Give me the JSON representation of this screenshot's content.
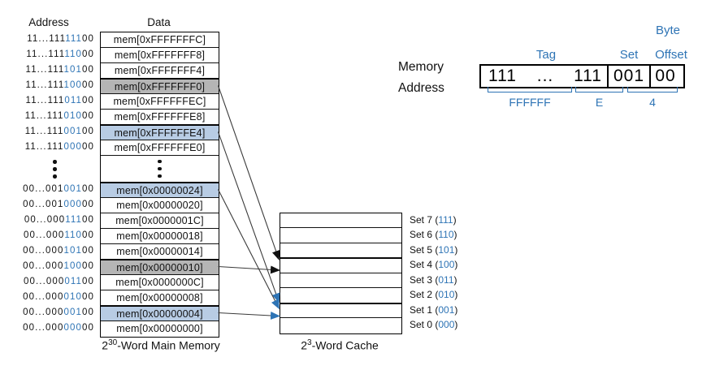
{
  "colors": {
    "accent_blue": "#2E74B5",
    "highlight_blue": "#B8CCE4",
    "highlight_gray": "#B5B5B5"
  },
  "memory": {
    "address_header": "Address",
    "data_header": "Data",
    "caption": {
      "base": "2",
      "exponent": "30",
      "suffix": "-Word Main Memory"
    },
    "rows_high": [
      {
        "prefix": "11...",
        "tag": "111",
        "set": "111",
        "offset": "00",
        "data": "mem[0xFFFFFFFC]",
        "highlight": "none"
      },
      {
        "prefix": "11...",
        "tag": "111",
        "set": "110",
        "offset": "00",
        "data": "mem[0xFFFFFFF8]",
        "highlight": "none"
      },
      {
        "prefix": "11...",
        "tag": "111",
        "set": "101",
        "offset": "00",
        "data": "mem[0xFFFFFFF4]",
        "highlight": "none"
      },
      {
        "prefix": "11...",
        "tag": "111",
        "set": "100",
        "offset": "00",
        "data": "mem[0xFFFFFFF0]",
        "highlight": "gray"
      },
      {
        "prefix": "11...",
        "tag": "111",
        "set": "011",
        "offset": "00",
        "data": "mem[0xFFFFFFEC]",
        "highlight": "none"
      },
      {
        "prefix": "11...",
        "tag": "111",
        "set": "010",
        "offset": "00",
        "data": "mem[0xFFFFFFE8]",
        "highlight": "none"
      },
      {
        "prefix": "11...",
        "tag": "111",
        "set": "001",
        "offset": "00",
        "data": "mem[0xFFFFFFE4]",
        "highlight": "blue"
      },
      {
        "prefix": "11...",
        "tag": "111",
        "set": "000",
        "offset": "00",
        "data": "mem[0xFFFFFFE0]",
        "highlight": "none"
      }
    ],
    "rows_low": [
      {
        "prefix": "00...",
        "tag": "001",
        "set": "001",
        "offset": "00",
        "data": "mem[0x00000024]",
        "highlight": "blue"
      },
      {
        "prefix": "00...",
        "tag": "001",
        "set": "000",
        "offset": "00",
        "data": "mem[0x00000020]",
        "highlight": "none"
      },
      {
        "prefix": "00...",
        "tag": "000",
        "set": "111",
        "offset": "00",
        "data": "mem[0x0000001C]",
        "highlight": "none"
      },
      {
        "prefix": "00...",
        "tag": "000",
        "set": "110",
        "offset": "00",
        "data": "mem[0x00000018]",
        "highlight": "none"
      },
      {
        "prefix": "00...",
        "tag": "000",
        "set": "101",
        "offset": "00",
        "data": "mem[0x00000014]",
        "highlight": "none"
      },
      {
        "prefix": "00...",
        "tag": "000",
        "set": "100",
        "offset": "00",
        "data": "mem[0x00000010]",
        "highlight": "gray"
      },
      {
        "prefix": "00...",
        "tag": "000",
        "set": "011",
        "offset": "00",
        "data": "mem[0x0000000C]",
        "highlight": "none"
      },
      {
        "prefix": "00...",
        "tag": "000",
        "set": "010",
        "offset": "00",
        "data": "mem[0x00000008]",
        "highlight": "none"
      },
      {
        "prefix": "00...",
        "tag": "000",
        "set": "001",
        "offset": "00",
        "data": "mem[0x00000004]",
        "highlight": "blue"
      },
      {
        "prefix": "00...",
        "tag": "000",
        "set": "000",
        "offset": "00",
        "data": "mem[0x00000000]",
        "highlight": "none"
      }
    ]
  },
  "cache": {
    "caption": {
      "base": "2",
      "exponent": "3",
      "suffix": "-Word Cache"
    },
    "sets": [
      {
        "name": "Set 7",
        "bits": "111",
        "highlight": "none"
      },
      {
        "name": "Set 6",
        "bits": "110",
        "highlight": "none"
      },
      {
        "name": "Set 5",
        "bits": "101",
        "highlight": "none"
      },
      {
        "name": "Set 4",
        "bits": "100",
        "highlight": "gray"
      },
      {
        "name": "Set 3",
        "bits": "011",
        "highlight": "none"
      },
      {
        "name": "Set 2",
        "bits": "010",
        "highlight": "none"
      },
      {
        "name": "Set 1",
        "bits": "001",
        "highlight": "blue"
      },
      {
        "name": "Set 0",
        "bits": "000",
        "highlight": "none"
      }
    ]
  },
  "address_breakdown": {
    "label_line1": "Memory",
    "label_line2": "Address",
    "byte_label": "Byte",
    "tag_label": "Tag",
    "set_label": "Set",
    "offset_label": "Offset",
    "tag_value_left": "111",
    "tag_value_dots": "...",
    "tag_value_right": "111",
    "set_value": "001",
    "offset_value": "00",
    "hex_groups": [
      {
        "label": "FFFFFF"
      },
      {
        "label": "E"
      },
      {
        "label": "4"
      }
    ]
  },
  "mappings": [
    {
      "from": "mem[0xFFFFFFF0]",
      "source": "high-3",
      "to_set": "Set 4",
      "color": "black"
    },
    {
      "from": "mem[0xFFFFFFE4]",
      "source": "high-6",
      "to_set": "Set 1",
      "color": "blue"
    },
    {
      "from": "mem[0x00000024]",
      "source": "low-0",
      "to_set": "Set 1",
      "color": "blue"
    },
    {
      "from": "mem[0x00000010]",
      "source": "low-5",
      "to_set": "Set 4",
      "color": "black"
    },
    {
      "from": "mem[0x00000004]",
      "source": "low-8",
      "to_set": "Set 1",
      "color": "blue"
    }
  ]
}
